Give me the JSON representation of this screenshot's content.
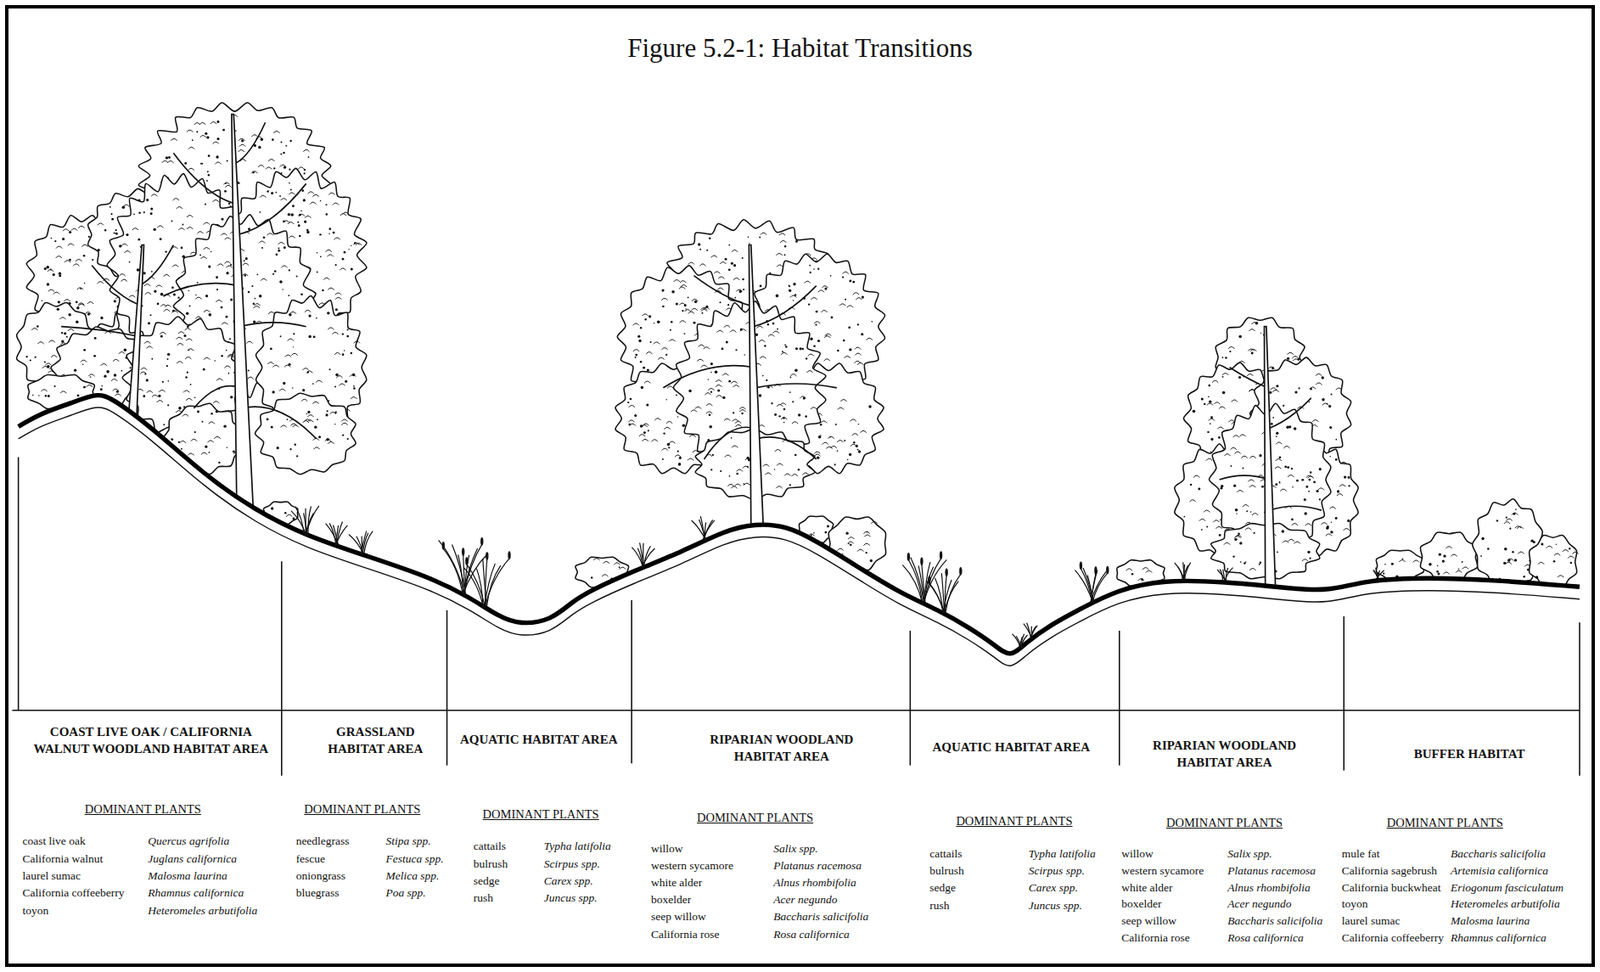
{
  "diagram": {
    "title": "Figure 5.2-1: Habitat Transitions",
    "nodes": [
      {
        "text": [
          "COAST LIVE OAK / CALIFORNIA WALNUT WOODLAND HABITAT AREA",
          "DOMINANT PLANTS",
          "coast live oak",
          "Quercus agrifolia",
          "California walnut",
          "Juglans californica",
          "laurel sumac",
          "Malosma laurina",
          "California coffeeberry",
          "Rhamnus californica",
          "toyon",
          "Heteromeles arbutifolia"
        ]
      },
      {
        "text": [
          "GRASSLAND HABITAT AREA",
          "DOMINANT PLANTS",
          "needlegrass",
          "Stipa spp.",
          "fescue",
          "Festuca spp.",
          "oniongrass",
          "Melica spp.",
          "bluegrass",
          "Poa spp."
        ]
      },
      {
        "text": [
          "AQUATIC HABITAT AREA",
          "DOMINANT PLANTS",
          "cattails",
          "Typha latifolia",
          "bulrush",
          "Scirpus spp.",
          "sedge",
          "Carex spp.",
          "rush",
          "Juncus spp."
        ]
      },
      {
        "text": [
          "RIPARIAN WOODLAND HABITAT AREA",
          "DOMINANT PLANTS",
          "willow",
          "Salix spp.",
          "western sycamore",
          "Platanus racemosa",
          "white alder",
          "Alnus rhombifolia",
          "boxelder",
          "Acer negundo",
          "seep willow",
          "Baccharis salicifolia",
          "California rose",
          "Rosa californica"
        ]
      },
      {
        "text": [
          "AQUATIC HABITAT AREA",
          "DOMINANT PLANTS",
          "cattails",
          "Typha latifolia",
          "bulrush",
          "Scirpus spp.",
          "sedge",
          "Carex spp.",
          "rush",
          "Juncus spp."
        ]
      },
      {
        "text": [
          "RIPARIAN WOODLAND HABITAT AREA",
          "DOMINANT PLANTS",
          "willow",
          "Salix spp.",
          "western sycamore",
          "Platanus racemosa",
          "white alder",
          "Alnus rhombifolia",
          "boxelder",
          "Acer negundo",
          "seep willow",
          "Baccharis salicifolia",
          "California rose",
          "Rosa californica"
        ]
      },
      {
        "text": [
          "BUFFER HABITAT",
          "DOMINANT PLANTS",
          "mule fat",
          "Baccharis salicifolia",
          "California sagebrush",
          "Artemisia californica",
          "California buckwheat",
          "Eriogonum fasciculatum",
          "toyon",
          "Heteromeles arbutifolia",
          "laurel sumac",
          "Malosma laurina",
          "California coffeeberry",
          "Rhamnus californica"
        ]
      }
    ]
  }
}
